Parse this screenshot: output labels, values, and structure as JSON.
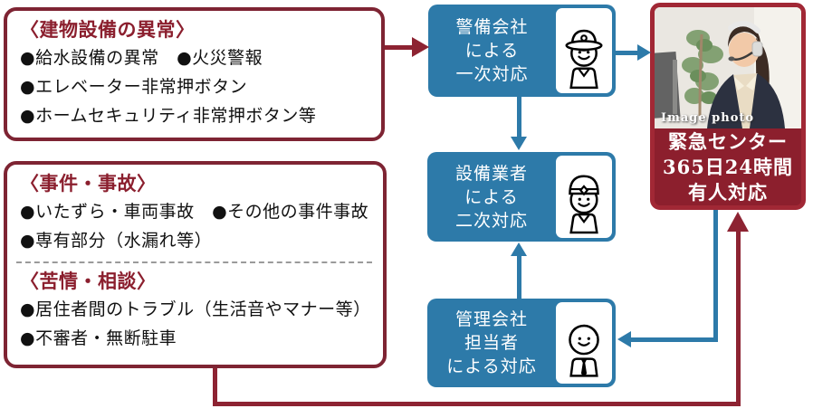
{
  "palette": {
    "dark_red_border": "#7e2433",
    "red_fill": "#8c1f2d",
    "red_connector": "#8d2332",
    "blue": "#2d7aa9",
    "title_red": "#8b1f2e",
    "body_text": "#111111"
  },
  "left_boxes": {
    "building": {
      "title": "〈建物設備の異常〉",
      "items": [
        "●給水設備の異常　●火災警報",
        "●エレベーター非常押ボタン",
        "●ホームセキュリティ非常押ボタン等"
      ]
    },
    "incident": {
      "title": "〈事件・事故〉",
      "items": [
        "●いたずら・車両事故　●その他の事件事故",
        "●専有部分（水漏れ等）"
      ]
    },
    "complaint": {
      "title": "〈苦情・相談〉",
      "items": [
        "●居住者間のトラブル（生活音やマナー等）",
        "●不審者・無断駐車"
      ]
    }
  },
  "flow_boxes": {
    "security": {
      "lines": [
        "警備会社",
        "による",
        "一次対応"
      ],
      "icon": "security-guard"
    },
    "contractor": {
      "lines": [
        "設備業者",
        "による",
        "二次対応"
      ],
      "icon": "construction-worker"
    },
    "manager": {
      "lines": [
        "管理会社",
        "担当者",
        "による対応"
      ],
      "icon": "office-worker"
    }
  },
  "emergency_center": {
    "photo_label": "Image photo",
    "lines": [
      "緊急センター",
      "365日24時間",
      "有人対応"
    ]
  }
}
